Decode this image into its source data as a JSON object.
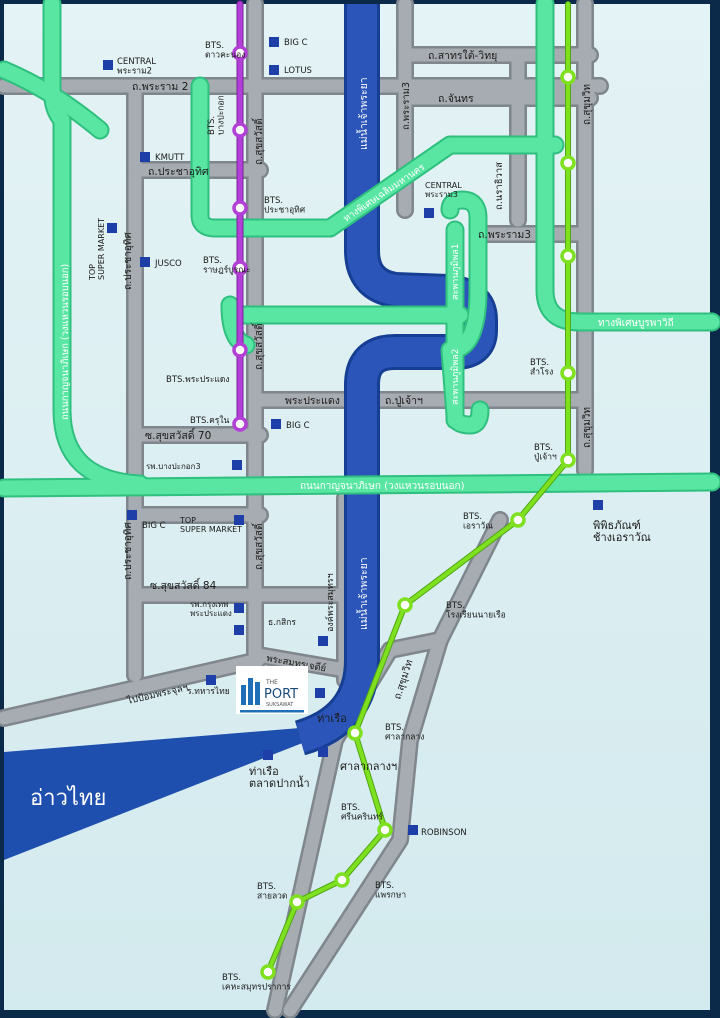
{
  "colors": {
    "background": "#dbeef0",
    "frame": "#0b2a4a",
    "road_gray": "#9ea4aa",
    "road_gray_edge": "#7f868c",
    "expressway": "#59e6a3",
    "expressway_edge": "#2fbf7e",
    "river": "#2b55b8",
    "sea": "#1f4fae",
    "bts_green_line": "#7ee01e",
    "bts_purple_line": "#b23fd6",
    "landmark": "#1f3fa8",
    "text": "#1b1b1b",
    "text_light": "#ffffff"
  },
  "roads": {
    "sathon_taiwit": "ถ.สาทรใต้-วิทยุ",
    "chan": "ถ.จันทร",
    "rama2": "ถ.พระราม 2",
    "pracha_uthit": "ถ.ประชาอุทิศ",
    "rama3_left": "ถ.พระราม3",
    "narathiwat": "ถ.นราธิวาส",
    "rama3_right": "ถ.พระราม3",
    "sukhumvit_top": "ถ.สุขุมวิท",
    "sukhumvit_mid": "ถ.สุขุมวิท",
    "suksawat_top": "ถ.สุขสวัสดิ์",
    "suksawat_mid": "ถ.สุขสวัสดิ์",
    "suksawat_low": "ถ.สุขสวัสดิ์",
    "pracha_uthit_v1": "ถ.ประชาอุทิศ",
    "pracha_uthit_v2": "ถ.ประชาอุทิศ",
    "pradaeng": "พระประแดง",
    "pu_chao": "ถ.ปู่เจ้าฯ",
    "soi70": "ซ.สุขสวัสดิ์ 70",
    "soi84": "ซ.สุขสวัสดิ์ 84",
    "phra_samut": "พระสมุทรเจดีย์",
    "pom_phra_chun": "ไปป้อมพระจุลฯ",
    "sukhumvit_low": "ถ.สุขุมวิท",
    "kanchana_h": "ถนนกาญจนาภิเษก (วงแหวนรอบนอก)",
    "kanchana_v": "ถนนกาญจนาภิเษก (วงแหวนรอบนอก)",
    "burapha_withi": "ทางพิเศษบูรพาวิถี",
    "expressway_diag": "ทางพิเศษเฉลิมมหานคร",
    "industrial_ring1": "สะพานภูมิพล1",
    "industrial_ring2": "สะพานภูมิพล2",
    "river_top": "แม่น้ำเจ้าพระยา",
    "river_mid": "แม่น้ำเจ้าพระยา",
    "sea": "อ่าวไทย"
  },
  "bts_stations": [
    {
      "name": "BTS.\nดาวคะนอง"
    },
    {
      "name": "BTS.\nบางปะกอก"
    },
    {
      "name": "BTS.\nประชาอุทิศ"
    },
    {
      "name": "BTS.\nราษฎร์บูรณะ"
    },
    {
      "name": "BTS.พระประแดง"
    },
    {
      "name": "BTS.ครุใน"
    },
    {
      "name": "BTS.\nสำโรง"
    },
    {
      "name": "BTS.\nปู่เจ้าฯ"
    },
    {
      "name": "BTS.\nเอราวัณ"
    },
    {
      "name": "BTS.\nโรงเรียนนายเรือ"
    },
    {
      "name": "BTS.\nศาลากลาง"
    },
    {
      "name": "BTS.\nศรีนครินทร์"
    },
    {
      "name": "BTS.\nแพรกษา"
    },
    {
      "name": "BTS.\nสายลวด"
    },
    {
      "name": "BTS.\nเคหะสมุทรปราการ"
    }
  ],
  "landmarks": [
    {
      "name": "CENTRAL\nพระราม2"
    },
    {
      "name": "BIG C"
    },
    {
      "name": "LOTUS"
    },
    {
      "name": "KMUTT"
    },
    {
      "name": "TOP\nSUPER MARKET"
    },
    {
      "name": "JUSCO"
    },
    {
      "name": "CENTRAL\nพระราม3"
    },
    {
      "name": "BIG C"
    },
    {
      "name": "รพ.บางปะกอก3"
    },
    {
      "name": "BIG C"
    },
    {
      "name": "TOP\nSUPER MARKET"
    },
    {
      "name": "พิพิธภัณฑ์\nช้างเอราวัณ"
    },
    {
      "name": "รพ.กรุงเทพ\nพระประแดง"
    },
    {
      "name": "ธ.กสิกร"
    },
    {
      "name": "องค์พระสมุทรฯ"
    },
    {
      "name": "ร.ทหารไทย"
    },
    {
      "name": "ท่าเรือ"
    },
    {
      "name": "ท่าเรือ\nตลาดปากน้ำ"
    },
    {
      "name": "ศาลากลางฯ"
    },
    {
      "name": "ROBINSON"
    }
  ],
  "project": {
    "the": "THE",
    "port": "PORT",
    "sub": "SUKSAWAT"
  }
}
